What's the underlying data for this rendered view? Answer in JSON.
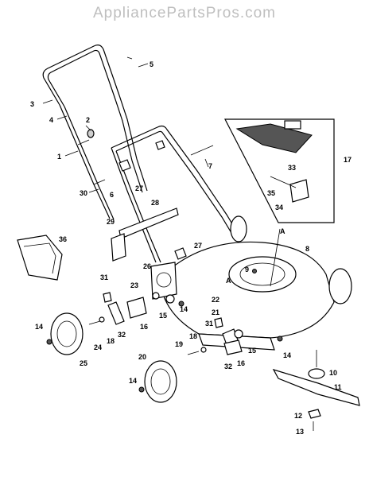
{
  "watermark": "AppliancePartsPros.com",
  "callouts": [
    {
      "id": "c1",
      "label": "1"
    },
    {
      "id": "c2",
      "label": "2"
    },
    {
      "id": "c3",
      "label": "3"
    },
    {
      "id": "c4",
      "label": "4"
    },
    {
      "id": "c5",
      "label": "5"
    },
    {
      "id": "c6",
      "label": "6"
    },
    {
      "id": "c7",
      "label": "7"
    },
    {
      "id": "c8",
      "label": "8"
    },
    {
      "id": "c9",
      "label": "9"
    },
    {
      "id": "c10",
      "label": "10"
    },
    {
      "id": "c11",
      "label": "11"
    },
    {
      "id": "c12",
      "label": "12"
    },
    {
      "id": "c13",
      "label": "13"
    },
    {
      "id": "c14a",
      "label": "14"
    },
    {
      "id": "c14b",
      "label": "14"
    },
    {
      "id": "c14c",
      "label": "14"
    },
    {
      "id": "c14d",
      "label": "14"
    },
    {
      "id": "c15a",
      "label": "15"
    },
    {
      "id": "c15b",
      "label": "15"
    },
    {
      "id": "c16a",
      "label": "16"
    },
    {
      "id": "c16b",
      "label": "16"
    },
    {
      "id": "c17",
      "label": "17"
    },
    {
      "id": "c18a",
      "label": "18"
    },
    {
      "id": "c18b",
      "label": "18"
    },
    {
      "id": "c19",
      "label": "19"
    },
    {
      "id": "c20",
      "label": "20"
    },
    {
      "id": "c21",
      "label": "21"
    },
    {
      "id": "c22",
      "label": "22"
    },
    {
      "id": "c23",
      "label": "23"
    },
    {
      "id": "c24",
      "label": "24"
    },
    {
      "id": "c25",
      "label": "25"
    },
    {
      "id": "c26",
      "label": "26"
    },
    {
      "id": "c27a",
      "label": "27"
    },
    {
      "id": "c27b",
      "label": "27"
    },
    {
      "id": "c28",
      "label": "28"
    },
    {
      "id": "c29",
      "label": "29"
    },
    {
      "id": "c30",
      "label": "30"
    },
    {
      "id": "c31a",
      "label": "31"
    },
    {
      "id": "c31b",
      "label": "31"
    },
    {
      "id": "c32a",
      "label": "32"
    },
    {
      "id": "c32b",
      "label": "32"
    },
    {
      "id": "c33",
      "label": "33"
    },
    {
      "id": "c34",
      "label": "34"
    },
    {
      "id": "c35",
      "label": "35"
    },
    {
      "id": "c36",
      "label": "36"
    },
    {
      "id": "cA1",
      "label": "A"
    },
    {
      "id": "cA2",
      "label": "A"
    }
  ]
}
